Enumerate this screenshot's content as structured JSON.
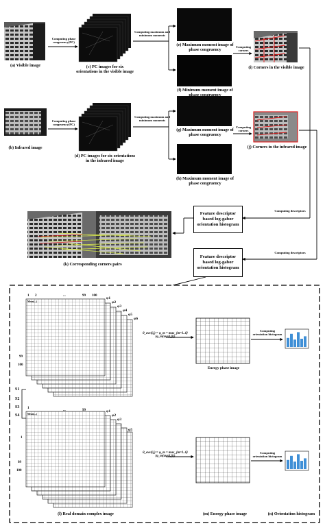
{
  "top": {
    "cap_visible": "(a) Visible image",
    "cap_pc_visible": "(c) PC images for six orientations in the visible image",
    "cap_max_visible": "(e) Maximum moment image of phase congruency",
    "cap_min_visible": "(f) Minimum moment image of phase congruency",
    "cap_corners_visible": "(i) Corners in the visible image",
    "cap_infrared": "(b) Infrared image",
    "cap_pc_infrared": "(d) PC images for six orientations in the infrared image",
    "cap_max_infrared": "(g) Maximum moment image of phase congruency",
    "cap_min_infrared": "(h) Maximum moment image of phase congruency",
    "cap_corners_infrared": "(j) Corners in the infrared image",
    "cap_pairs": "(k) Corresponding corners pairs",
    "lbl_pc1": "Computing phase congruency(PC)",
    "lbl_pc2": "Computing phase congruency(PC)",
    "lbl_mm1": "Computing maximum and minimum moments",
    "lbl_mm2": "Computing maximum and minimum moments",
    "lbl_corners1": "Computing corners",
    "lbl_corners2": "Computing corners",
    "lbl_desc1": "Computing descriptors",
    "lbl_desc2": "Computing descriptors",
    "box1": "Feature descriptor based log-gabor orientation histogram",
    "box2": "Feature descriptor based log-gabor orientation histogram"
  },
  "detail": {
    "col_1": "1",
    "col_2": "2",
    "col_dots": "...",
    "col_99": "99",
    "col_100": "100",
    "row_99": "99",
    "row_100": "100",
    "row_1": "1",
    "phi1": "φ1",
    "phi2": "φ2",
    "phi3": "φ3",
    "phi4": "φ4",
    "phi5": "φ5",
    "phi6": "φ6",
    "s1": "S1",
    "s2": "S2",
    "s3": "S3",
    "s4": "S4",
    "formula": "θ_ave(i,j) = φ_m = max_{m=1..6}(φ_m(ave(i,j)))",
    "cell_sample": "Mean(...)",
    "energy_caption": "Energy phase image",
    "lbl_hist1": "Computing orientation histogram",
    "lbl_hist2": "Computing orientation histogram",
    "cap_l": "(l) Real domain complex image",
    "cap_m": "(m) Energy phase image",
    "cap_n": "(n) Orientation histogram"
  },
  "colors": {
    "corner_red": "#e02020",
    "hist_blue": "#3f8fd6",
    "match_yellow": "#d8e84a"
  },
  "histogram": {
    "values": [
      0.55,
      0.8,
      0.45,
      0.9,
      0.5,
      0.65
    ]
  }
}
